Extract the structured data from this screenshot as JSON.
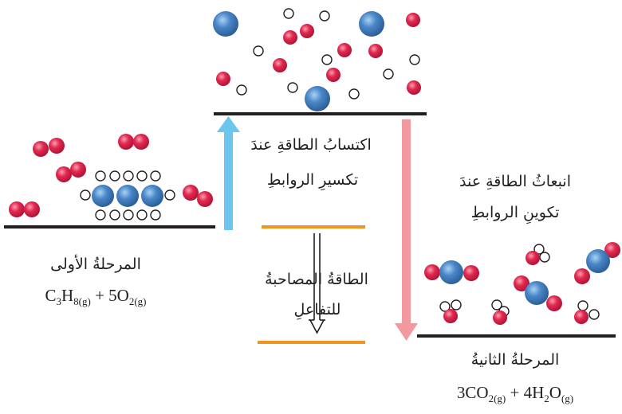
{
  "colors": {
    "oxygen": "#e3284f",
    "carbon": "#4a87c8",
    "hydrogen_stroke": "#231f20",
    "up_arrow": "#6cc5ec",
    "down_arrow": "#f2999f",
    "energy_level": "#f0951e",
    "baseline": "#231f20"
  },
  "stage_one": {
    "title": "المرحلةُ الأولى",
    "equation": {
      "c": "C",
      "c_sub": "3",
      "h": "H",
      "h_sub": "8(g)",
      "plus": " + 5O",
      "o_sub": "2(g)"
    }
  },
  "stage_two": {
    "title": "المرحلةُ الثانيةُ",
    "equation": {
      "co": "3CO",
      "co_sub": "2(g)",
      "plus": " + 4H",
      "h_sub": "2",
      "o": "O",
      "o_sub": "(g)"
    }
  },
  "absorb_label": {
    "line1": "اكتسابُ الطاقةِ عندَ",
    "line2": "تكسيرِ الروابطِ"
  },
  "release_label": {
    "line1": "انبعاثُ الطاقةِ عندَ",
    "line2": "تكوينِ الروابطِ"
  },
  "reaction_energy_label": {
    "line1": "الطاقةُ المصاحبةُ",
    "line2": "للتفاعلِ"
  },
  "icons": {
    "oxygen_atom": "red-sphere",
    "carbon_atom": "blue-sphere",
    "hydrogen_atom": "hollow-circle",
    "energy_absorbed": "up-arrow",
    "energy_released": "down-arrow",
    "reaction_energy": "double-shaft-down-arrow"
  }
}
